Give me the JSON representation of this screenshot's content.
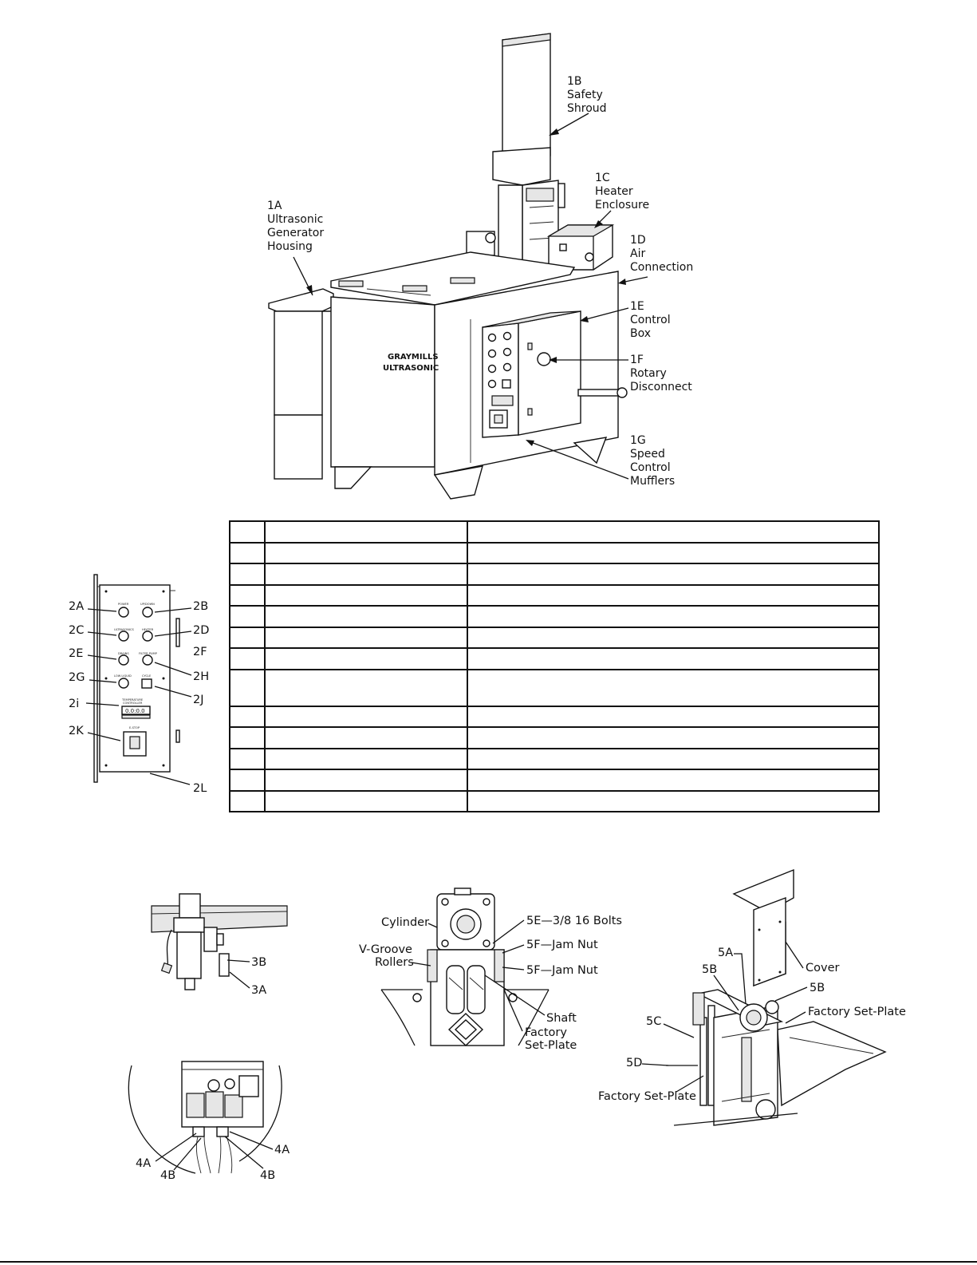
{
  "main_figure": {
    "machine_name_line1": "GRAYMILLS",
    "machine_name_line2": "ULTRASONIC",
    "callouts": [
      {
        "id": "1A",
        "lines": [
          "1A",
          "Ultrasonic",
          "Generator",
          "Housing"
        ]
      },
      {
        "id": "1B",
        "lines": [
          "1B",
          "Safety",
          "Shroud"
        ]
      },
      {
        "id": "1C",
        "lines": [
          "1C",
          "Heater",
          "Enclosure"
        ]
      },
      {
        "id": "1D",
        "lines": [
          "1D",
          "Air",
          "Connection"
        ]
      },
      {
        "id": "1E",
        "lines": [
          "1E",
          "Control",
          "Box"
        ]
      },
      {
        "id": "1F",
        "lines": [
          "1F",
          "Rotary",
          "Disconnect"
        ]
      },
      {
        "id": "1G",
        "lines": [
          "1G",
          "Speed",
          "Control",
          "Mufflers"
        ]
      }
    ]
  },
  "control_panel_figure": {
    "labels": {
      "power": "POWER",
      "up_down": "UP/DOWN",
      "ultrasonics": "ULTRASONICS",
      "heater": "HEATER",
      "drains": "DRAINS",
      "filter_pump": "FILTER PUMP",
      "low_liquid": "LOW LIQUID",
      "cycle": "CYCLE",
      "temperature_controller_1": "TEMPERATURE",
      "temperature_controller_2": "CONTROLLER",
      "temp_display": "0.0:0.0",
      "e_stop": "E-STOP"
    },
    "callouts": [
      "2A",
      "2B",
      "2C",
      "2D",
      "2E",
      "2F",
      "2G",
      "2H",
      "2i",
      "2J",
      "2K",
      "2L"
    ]
  },
  "parts_table": {
    "rows": [
      [
        "",
        "",
        ""
      ],
      [
        "",
        "",
        ""
      ],
      [
        "",
        "",
        ""
      ],
      [
        "",
        "",
        ""
      ],
      [
        "",
        "",
        ""
      ],
      [
        "",
        "",
        ""
      ],
      [
        "",
        "",
        ""
      ],
      [
        "",
        "",
        ""
      ],
      [
        "",
        "",
        ""
      ],
      [
        "",
        "",
        ""
      ],
      [
        "",
        "",
        ""
      ],
      [
        "",
        "",
        ""
      ],
      [
        "",
        "",
        ""
      ]
    ],
    "tall_row_index": 7
  },
  "regulator_figure": {
    "callouts": [
      "3B",
      "3A"
    ]
  },
  "valve_figure": {
    "callouts": [
      "4A",
      "4B",
      "4B",
      "4A"
    ]
  },
  "cylinder_figure": {
    "callouts": {
      "cylinder": "Cylinder",
      "bolts": "5E—3/8 16 Bolts",
      "v_groove_1": "V-Groove",
      "v_groove_2": "Rollers",
      "jam_nut_upper": "5F—Jam Nut",
      "jam_nut_lower": "5F—Jam Nut",
      "shaft": "Shaft",
      "factory_set_plate_1": "Factory",
      "factory_set_plate_2": "Set-Plate"
    }
  },
  "lift_figure": {
    "callouts": {
      "a5A": "5A",
      "a5B_left": "5B",
      "a5B_right": "5B",
      "cover": "Cover",
      "factory_set_plate_right": "Factory Set-Plate",
      "a5C": "5C",
      "a5D": "5D",
      "factory_set_plate_left": "Factory Set-Plate"
    }
  }
}
